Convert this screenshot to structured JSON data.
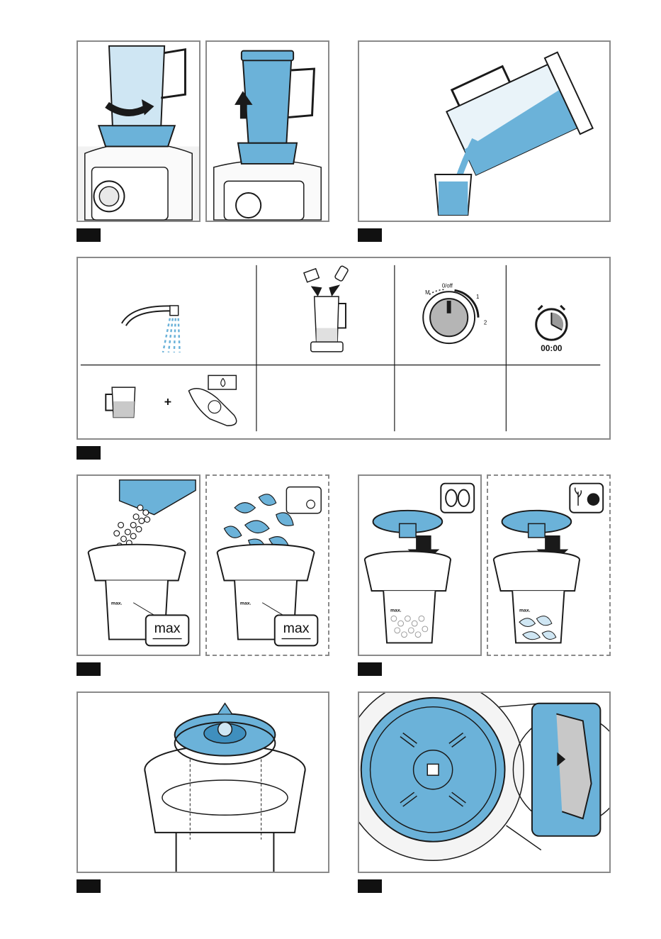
{
  "dial": {
    "label_m": "M",
    "label_off": "0/off",
    "label_1": "1",
    "label_2": "2"
  },
  "timer": {
    "display": "00:00"
  },
  "grinder": {
    "max_label_small": "max.",
    "max_label_big": "max"
  },
  "colors": {
    "accent_blue": "#6bb2d9",
    "dark_blue": "#3f8fbe",
    "outline": "#1a1a1a",
    "frame": "#8a8a8a"
  },
  "icons": [
    "rotate-arrow-icon",
    "up-arrow-icon",
    "faucet-icon",
    "jug-pour-icon",
    "dial-icon",
    "stopwatch-icon",
    "measuring-cup-icon",
    "detergent-bottle-icon",
    "coffee-beans-icon",
    "herbs-onion-icon",
    "down-arrow-icon"
  ]
}
